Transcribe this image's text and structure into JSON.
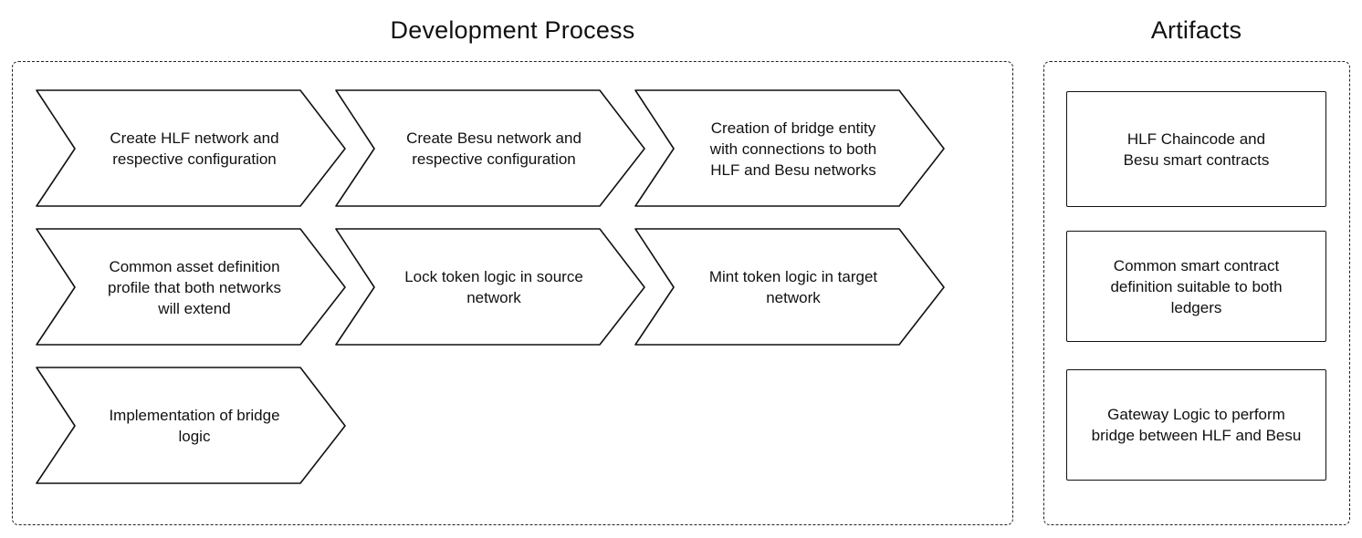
{
  "sections": {
    "development": {
      "title": "Development Process"
    },
    "artifacts": {
      "title": "Artifacts"
    }
  },
  "steps": [
    {
      "label": "Create HLF network and\nrespective configuration"
    },
    {
      "label": "Create Besu network and\nrespective configuration"
    },
    {
      "label": "Creation of bridge entity\nwith connections to both\nHLF and Besu networks"
    },
    {
      "label": "Common asset definition\nprofile that both networks\nwill extend"
    },
    {
      "label": "Lock token logic in source\nnetwork"
    },
    {
      "label": "Mint token logic in target\nnetwork"
    },
    {
      "label": "Implementation of bridge\nlogic"
    }
  ],
  "artifacts": [
    {
      "label": "HLF Chaincode and\nBesu smart contracts"
    },
    {
      "label": "Common smart contract\ndefinition suitable to both\nledgers"
    },
    {
      "label": "Gateway Logic to perform\nbridge between HLF and Besu"
    }
  ],
  "colors": {
    "stroke": "#111111",
    "background": "#ffffff"
  }
}
